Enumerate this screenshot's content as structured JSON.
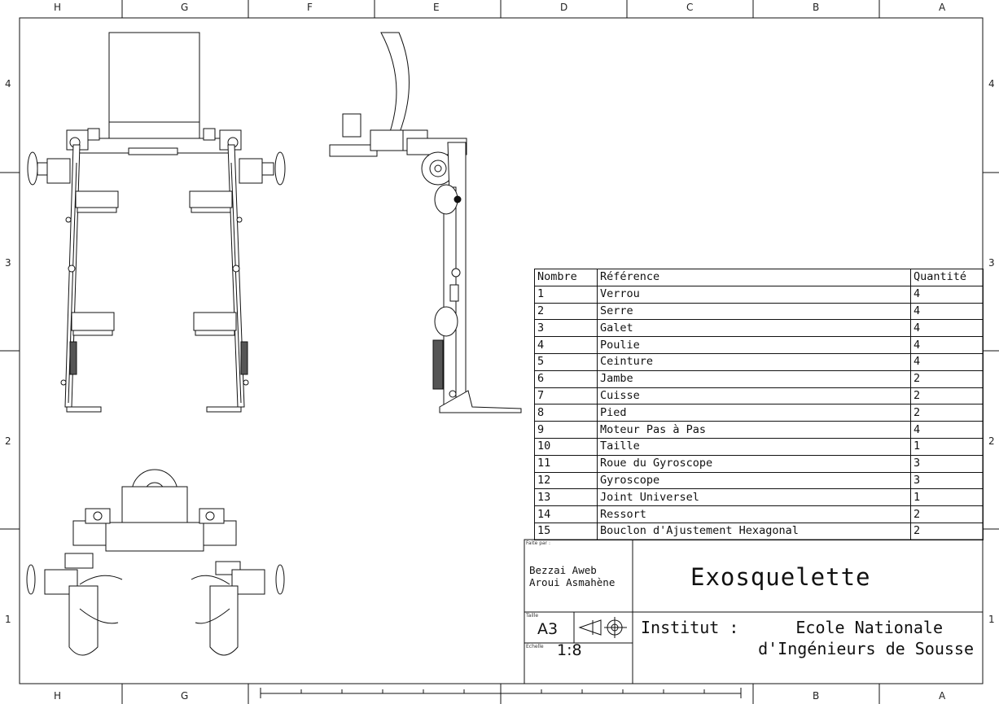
{
  "border": {
    "top_zones": [
      "H",
      "G",
      "F",
      "E",
      "D",
      "C",
      "B",
      "A"
    ],
    "bottom_zones": [
      "H",
      "G",
      "B",
      "A"
    ],
    "side_zones": [
      "4",
      "3",
      "2",
      "1"
    ]
  },
  "bom": {
    "headers": {
      "number": "Nombre",
      "reference": "Référence",
      "quantity": "Quantité"
    },
    "rows": [
      {
        "n": "1",
        "ref": "Verrou",
        "qty": "4"
      },
      {
        "n": "2",
        "ref": "Serre",
        "qty": "4"
      },
      {
        "n": "3",
        "ref": "Galet",
        "qty": "4"
      },
      {
        "n": "4",
        "ref": "Poulie",
        "qty": "4"
      },
      {
        "n": "5",
        "ref": "Ceinture",
        "qty": "4"
      },
      {
        "n": "6",
        "ref": "Jambe",
        "qty": "2"
      },
      {
        "n": "7",
        "ref": "Cuisse",
        "qty": "2"
      },
      {
        "n": "8",
        "ref": "Pied",
        "qty": "2"
      },
      {
        "n": "9",
        "ref": "Moteur Pas à Pas",
        "qty": "4"
      },
      {
        "n": "10",
        "ref": "Taille",
        "qty": "1"
      },
      {
        "n": "11",
        "ref": "Roue du Gyroscope",
        "qty": "3"
      },
      {
        "n": "12",
        "ref": "Gyroscope",
        "qty": "3"
      },
      {
        "n": "13",
        "ref": "Joint Universel",
        "qty": "1"
      },
      {
        "n": "14",
        "ref": "Ressort",
        "qty": "2"
      },
      {
        "n": "15",
        "ref": "Bouclon d'Ajustement Hexagonal",
        "qty": "2"
      }
    ]
  },
  "title_block": {
    "made_by_label": "Faite par :",
    "authors": [
      "Bezzai Aweb",
      "Aroui Asmahène"
    ],
    "title": "Exosquelette",
    "size_label": "Taille",
    "size": "A3",
    "scale_label": "Echelle",
    "scale": "1:8",
    "institute_label": "Institut :",
    "institute_line1": "Ecole Nationale",
    "institute_line2": "d'Ingénieurs de Sousse"
  },
  "projection_symbol": "first-angle-projection-icon"
}
